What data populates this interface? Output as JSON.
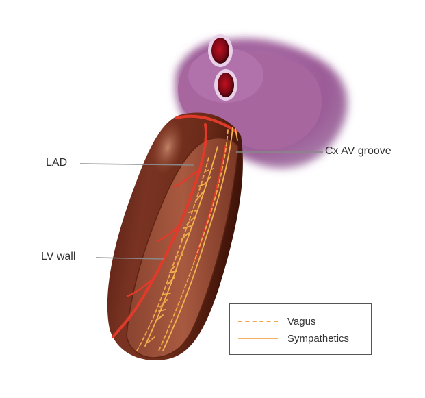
{
  "labels": {
    "lad": "LAD",
    "lv_wall": "LV wall",
    "cx_av_groove": "Cx AV groove"
  },
  "legend": {
    "items": [
      {
        "text": "Vagus",
        "style": "dashed",
        "color": "#f0a84a"
      },
      {
        "text": "Sympathetics",
        "style": "solid",
        "color": "#f2b06a"
      }
    ]
  },
  "colors": {
    "atria": "#9b5a96",
    "ventricle": "#6e2a1a",
    "artery": "#e23a2a",
    "nerve": "#f4b24f"
  }
}
